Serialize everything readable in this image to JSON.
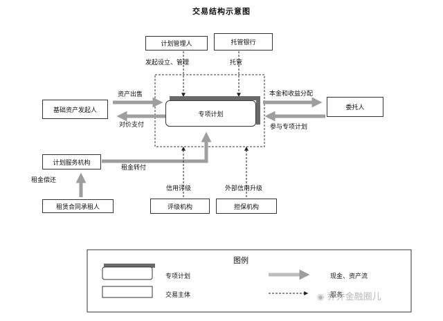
{
  "title": "交易结构示意图",
  "entities": {
    "plan_manager": "计划管理人",
    "custodian_bank": "托管银行",
    "special_plan": "专项计划",
    "originator": "基础资产发起人",
    "trustor": "委托人",
    "service_agency": "计划服务机构",
    "lessee": "租赁合同承租人",
    "rating_agency": "评级机构",
    "guarantee_agency": "担保机构"
  },
  "flows": {
    "initiate_manage": "发起设立、管理",
    "custody": "托管",
    "asset_sale": "资产出售",
    "consideration_payment": "对价支付",
    "principal_income_distribution": "本金和收益分配",
    "participate_plan": "参与专项计划",
    "rent_transfer": "租金转付",
    "rent_repayment": "租金偿还",
    "credit_rating": "信用评级",
    "external_credit_enhancement": "外部信用升级"
  },
  "legend": {
    "title": "图例",
    "special_plan_label": "专项计划",
    "entity_label": "交易主体",
    "cash_flow_label": "现金、资产流",
    "dashed_label": "服务"
  },
  "watermark": "乔乔金融圈儿",
  "colors": {
    "flow_arrow": "#9e9e9e",
    "legend_arrow": "#bdbdbd",
    "plan_border": "#6a6a6a",
    "line": "#333333",
    "watermark": "#b8b8b8"
  }
}
